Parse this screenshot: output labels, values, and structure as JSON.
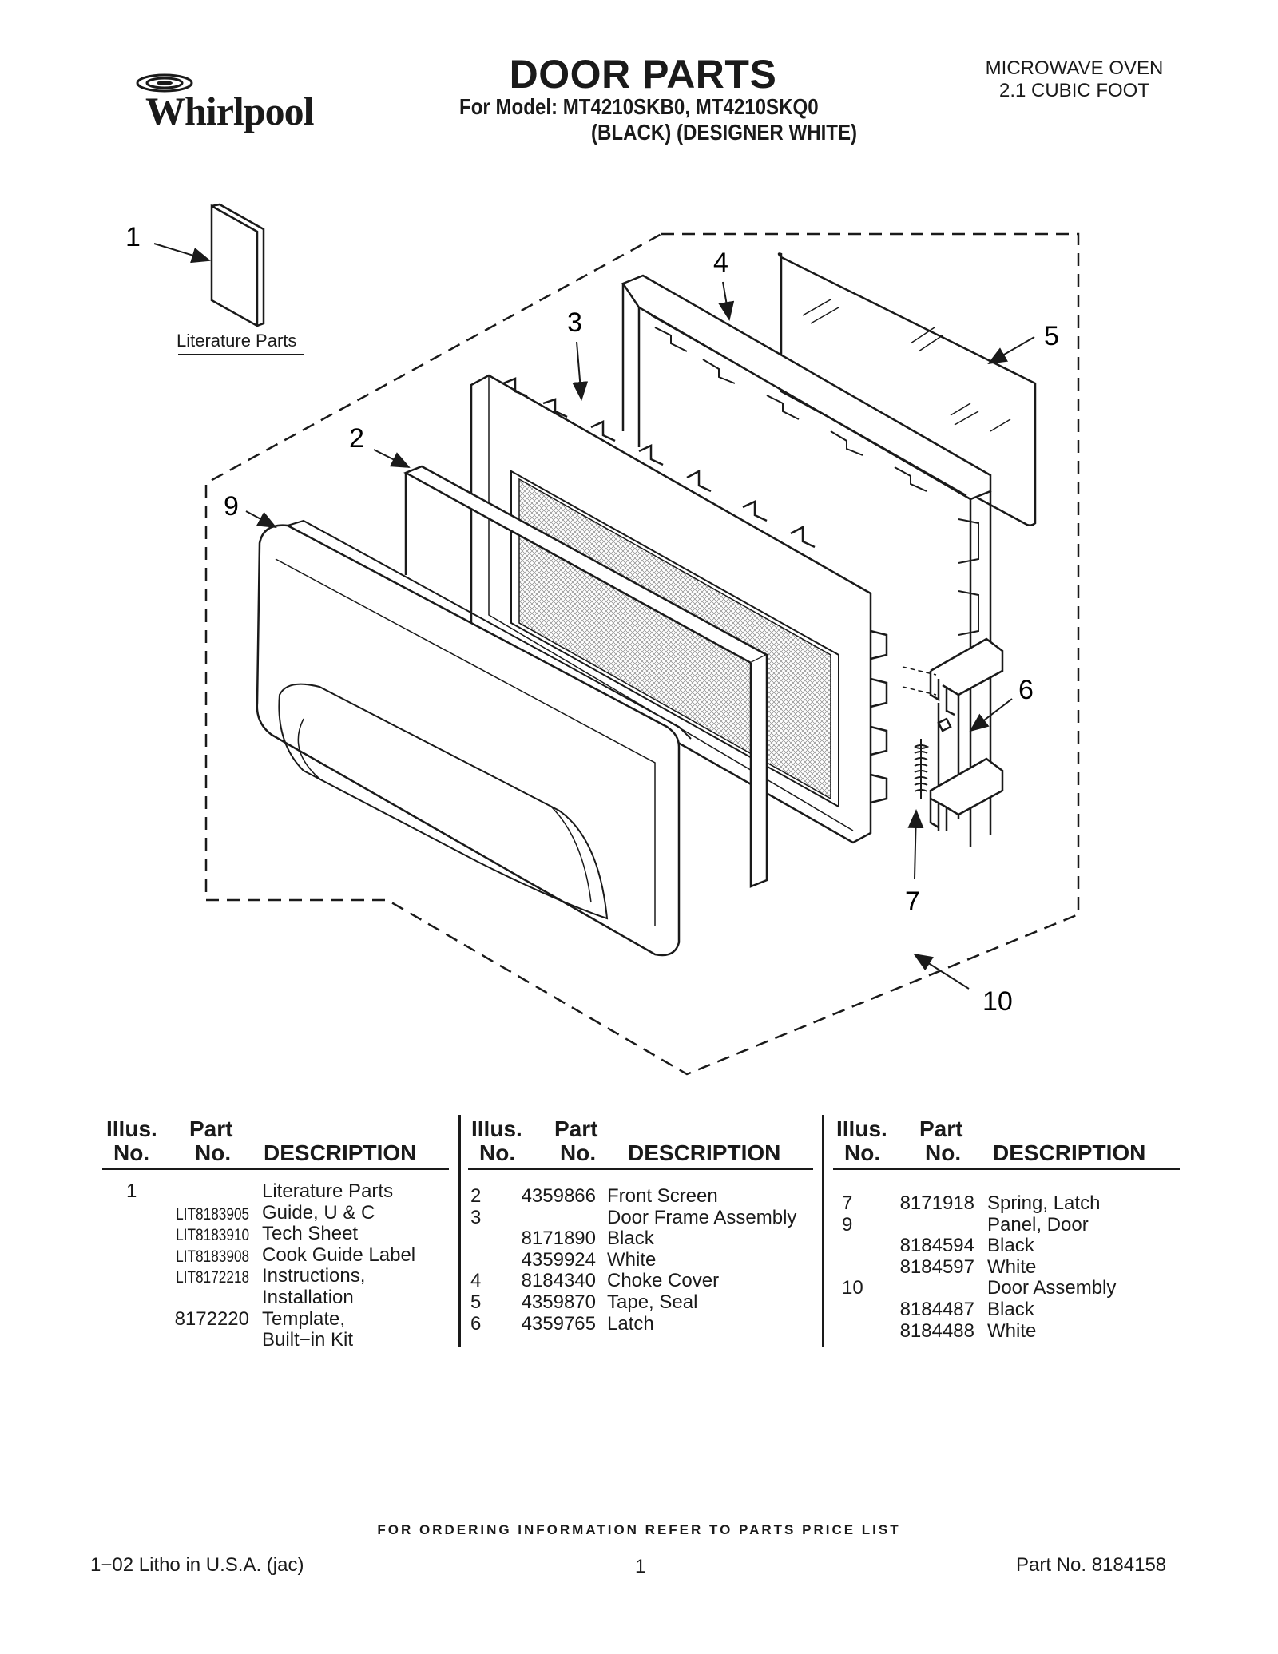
{
  "header": {
    "brand": "Whirlpool",
    "title": "DOOR PARTS",
    "model_line": "For Model: MT4210SKB0, MT4210SKQ0",
    "color_line": "(BLACK) (DESIGNER WHITE)",
    "product_line1": "MICROWAVE OVEN",
    "product_line2": "2.1 CUBIC FOOT"
  },
  "diagram": {
    "callouts": [
      "1",
      "2",
      "3",
      "4",
      "5",
      "6",
      "7",
      "9",
      "10"
    ],
    "literature_caption": "Literature Parts"
  },
  "table": {
    "headers": {
      "illus_top": "Illus.",
      "illus_bottom": "No.",
      "part_top": "Part",
      "part_bottom": "No.",
      "description": "DESCRIPTION"
    },
    "col1": [
      {
        "illus": "1",
        "part": "",
        "desc": "Literature Parts"
      },
      {
        "illus": "",
        "part": "LIT8183905",
        "desc": "Guide, U & C"
      },
      {
        "illus": "",
        "part": "LIT8183910",
        "desc": "Tech Sheet"
      },
      {
        "illus": "",
        "part": "LIT8183908",
        "desc": "Cook Guide Label"
      },
      {
        "illus": "",
        "part": "LIT8172218",
        "desc": "Instructions,"
      },
      {
        "illus": "",
        "part": "",
        "desc": "Installation"
      },
      {
        "illus": "",
        "part": "8172220",
        "desc": "Template,"
      },
      {
        "illus": "",
        "part": "",
        "desc": "Built−in Kit"
      }
    ],
    "col2": [
      {
        "illus": "2",
        "part": "4359866",
        "desc": "Front Screen"
      },
      {
        "illus": "3",
        "part": "",
        "desc": "Door Frame Assembly"
      },
      {
        "illus": "",
        "part": "8171890",
        "desc": "Black"
      },
      {
        "illus": "",
        "part": "4359924",
        "desc": "White"
      },
      {
        "illus": "4",
        "part": "8184340",
        "desc": "Choke Cover"
      },
      {
        "illus": "5",
        "part": "4359870",
        "desc": "Tape, Seal"
      },
      {
        "illus": "6",
        "part": "4359765",
        "desc": "Latch"
      }
    ],
    "col3": [
      {
        "illus": "7",
        "part": "8171918",
        "desc": "Spring, Latch"
      },
      {
        "illus": "9",
        "part": "",
        "desc": "Panel, Door"
      },
      {
        "illus": "",
        "part": "8184594",
        "desc": "Black"
      },
      {
        "illus": "",
        "part": "8184597",
        "desc": "White"
      },
      {
        "illus": "10",
        "part": "",
        "desc": "Door Assembly"
      },
      {
        "illus": "",
        "part": "8184487",
        "desc": "Black"
      },
      {
        "illus": "",
        "part": "8184488",
        "desc": "White"
      }
    ]
  },
  "footer": {
    "order_note": "FOR ORDERING INFORMATION REFER TO PARTS PRICE LIST",
    "left": "1−02 Litho in U.S.A. (jac)",
    "page": "1",
    "right": "Part No. 8184158"
  }
}
